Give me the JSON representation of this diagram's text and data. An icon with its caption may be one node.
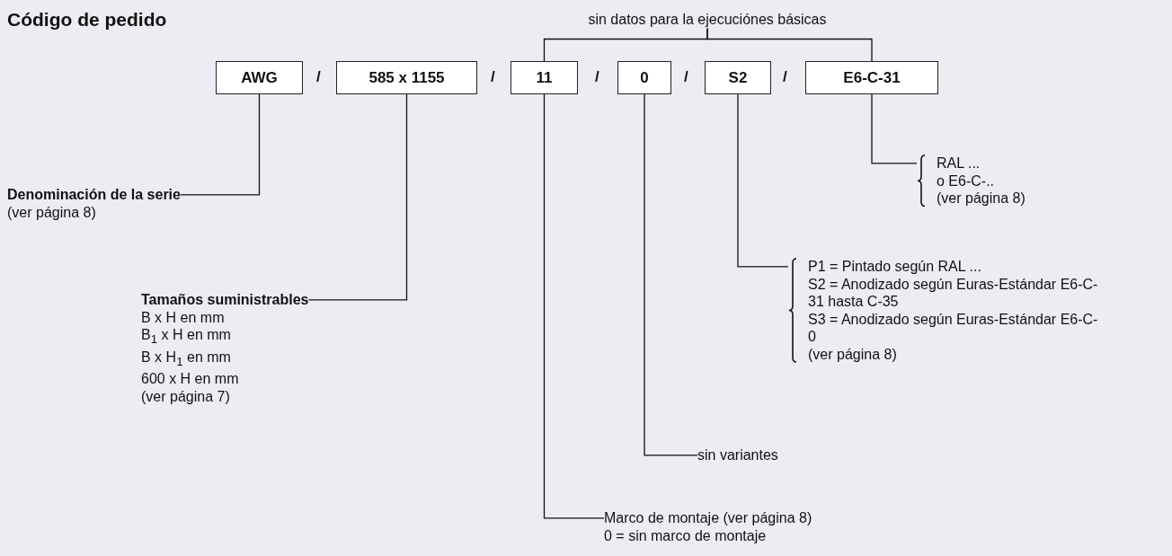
{
  "diagram": {
    "title": "Código de pedido",
    "nodes": [
      {
        "text": [
          "sin datos para la ejecuciónes básicas"
        ]
      },
      {
        "text": [
          "AWG"
        ]
      },
      {
        "text": [
          "585 x 1155"
        ]
      },
      {
        "text": [
          "11"
        ]
      },
      {
        "text": [
          "0"
        ]
      },
      {
        "text": [
          "S2"
        ]
      },
      {
        "text": [
          "E6-C-31"
        ]
      },
      {
        "text": [
          "Denominación de la serie",
          "(ver página 8)"
        ]
      },
      {
        "text": [
          "RAL ...",
          "o E6-C-..",
          "(ver página 8)"
        ]
      },
      {
        "text": [
          "P1 = Pintado según RAL ...",
          "S2 = Anodizado según Euras-Estándar E6-C-31 hasta C-35",
          "S3 = Anodizado según Euras-Estándar E6-C-0",
          "(ver página 8)"
        ]
      },
      {
        "text": [
          "Tamaños suministrables",
          "B x H en mm",
          "B$_{1}$ x H en mm",
          "B x H$_{1}$ en mm",
          "600 x H en mm",
          "(ver página 7)"
        ]
      },
      {
        "text": [
          "sin variantes"
        ]
      },
      {
        "text": [
          "Marco de montaje (ver página 8)",
          "0 = sin marco de montaje"
        ]
      }
    ],
    "edges": [
      {
        "from": 0,
        "to": 3,
        "arrow": "none"
      },
      {
        "from": 0,
        "to": 6,
        "arrow": "none"
      },
      {
        "from": 1,
        "to": 7,
        "arrow": "none"
      },
      {
        "from": 2,
        "to": 10,
        "arrow": "none"
      },
      {
        "from": 3,
        "to": 12,
        "arrow": "none"
      },
      {
        "from": 4,
        "to": 11,
        "arrow": "none"
      },
      {
        "from": 5,
        "to": 9,
        "arrow": "none"
      },
      {
        "from": 6,
        "to": 8,
        "arrow": "none"
      }
    ],
    "labels": [
      "/",
      "/",
      "/",
      "/",
      "/"
    ]
  }
}
